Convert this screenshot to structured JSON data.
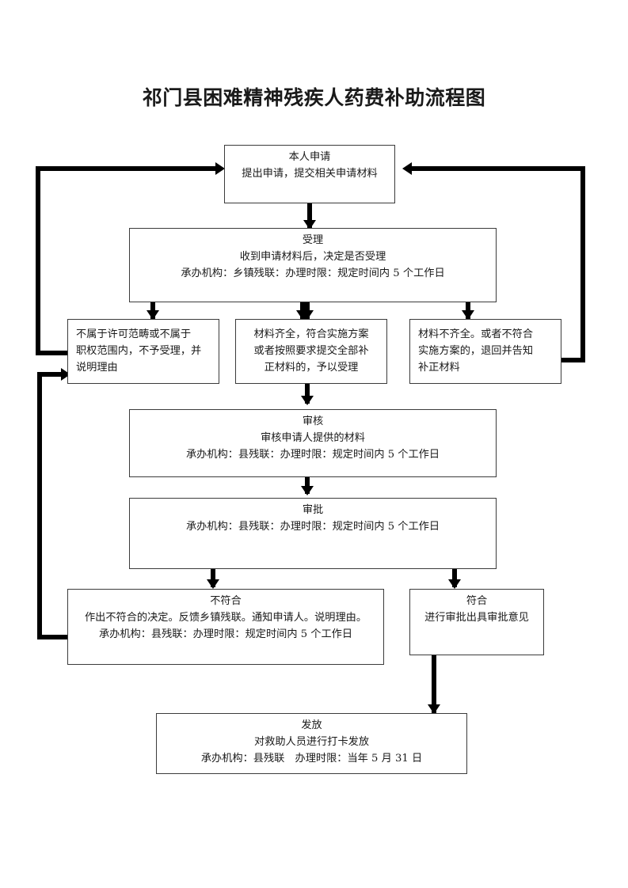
{
  "title": "祁门县困难精神残疾人药费补助流程图",
  "nodes": {
    "apply": {
      "head": "本人申请",
      "lines": [
        "提出申请，提交相关申请材料"
      ]
    },
    "accept": {
      "head": "受理",
      "lines": [
        "收到申请材料后，决定是否受理",
        "承办机构：乡镇残联：办理时限：规定时间内 5 个工作日"
      ]
    },
    "branch_reject": {
      "lines": [
        "不属于许可范畴或不属于",
        "职权范围内，不予受理，并",
        "说明理由"
      ]
    },
    "branch_accept": {
      "lines": [
        "材料齐全，符合实施方案",
        "或者按照要求提交全部补",
        "正材料的，予以受理"
      ]
    },
    "branch_incomplete": {
      "lines": [
        "材料不齐全。或者不符合",
        "实施方案的，退回并告知",
        "补正材料"
      ]
    },
    "review": {
      "head": "审核",
      "lines": [
        "审核申请人提供的材料",
        "承办机构：县残联：办理时限：规定时间内 5 个工作日"
      ]
    },
    "approve": {
      "head": "审批",
      "lines": [
        "承办机构：县残联：办理时限：规定时间内 5 个工作日"
      ]
    },
    "not_qualified": {
      "head": "不符合",
      "lines": [
        "作出不符合的决定。反馈乡镇残联。通知申请人。说明理由。",
        "承办机构：县残联：办理时限：规定时间内 5 个工作日"
      ]
    },
    "qualified": {
      "head": "符合",
      "lines": [
        "进行审批出具审批意见"
      ]
    },
    "issue": {
      "head": "发放",
      "lines": [
        "对救助人员进行打卡发放",
        "承办机构：县残联　办理时限：当年 5 月 31 日"
      ]
    }
  },
  "colors": {
    "box_border": "#3b3b3b",
    "connector": "#000000",
    "text": "#1a1a1a",
    "background": "#ffffff"
  }
}
